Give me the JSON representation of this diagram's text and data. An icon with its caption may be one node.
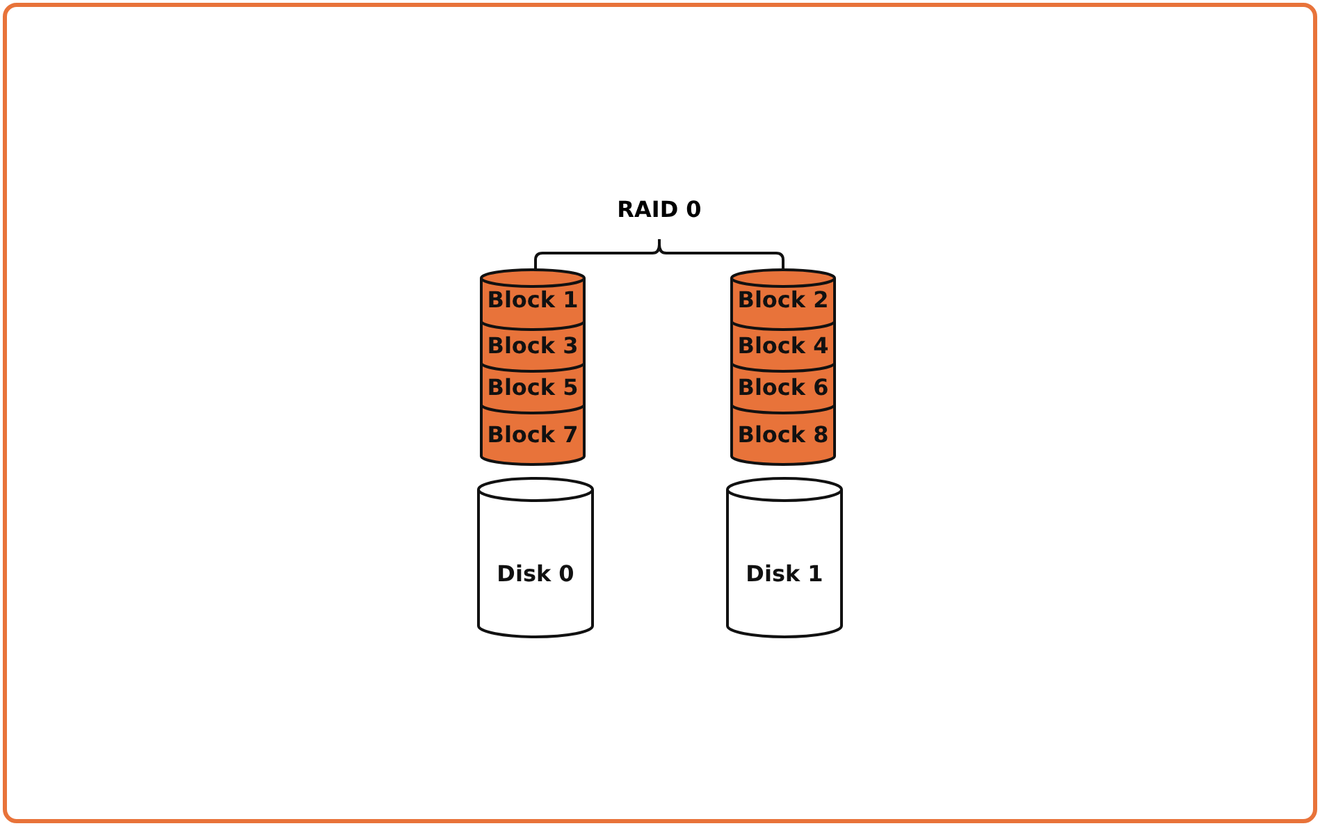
{
  "diagram": {
    "nodes": [
      {
        "text": [
          "Block 1"
        ]
      },
      {
        "text": [
          "Block 2"
        ]
      },
      {
        "text": [
          "Block 3"
        ]
      },
      {
        "text": [
          "Block 4"
        ]
      },
      {
        "text": [
          "Block 5"
        ]
      },
      {
        "text": [
          "Block 6"
        ]
      },
      {
        "text": [
          "Block 7"
        ]
      },
      {
        "text": [
          "Block 8"
        ]
      },
      {
        "text": [
          "Disk 0"
        ]
      },
      {
        "text": [
          "Disk 1"
        ]
      }
    ],
    "edges": [],
    "labels": [
      "RAID 0"
    ]
  }
}
